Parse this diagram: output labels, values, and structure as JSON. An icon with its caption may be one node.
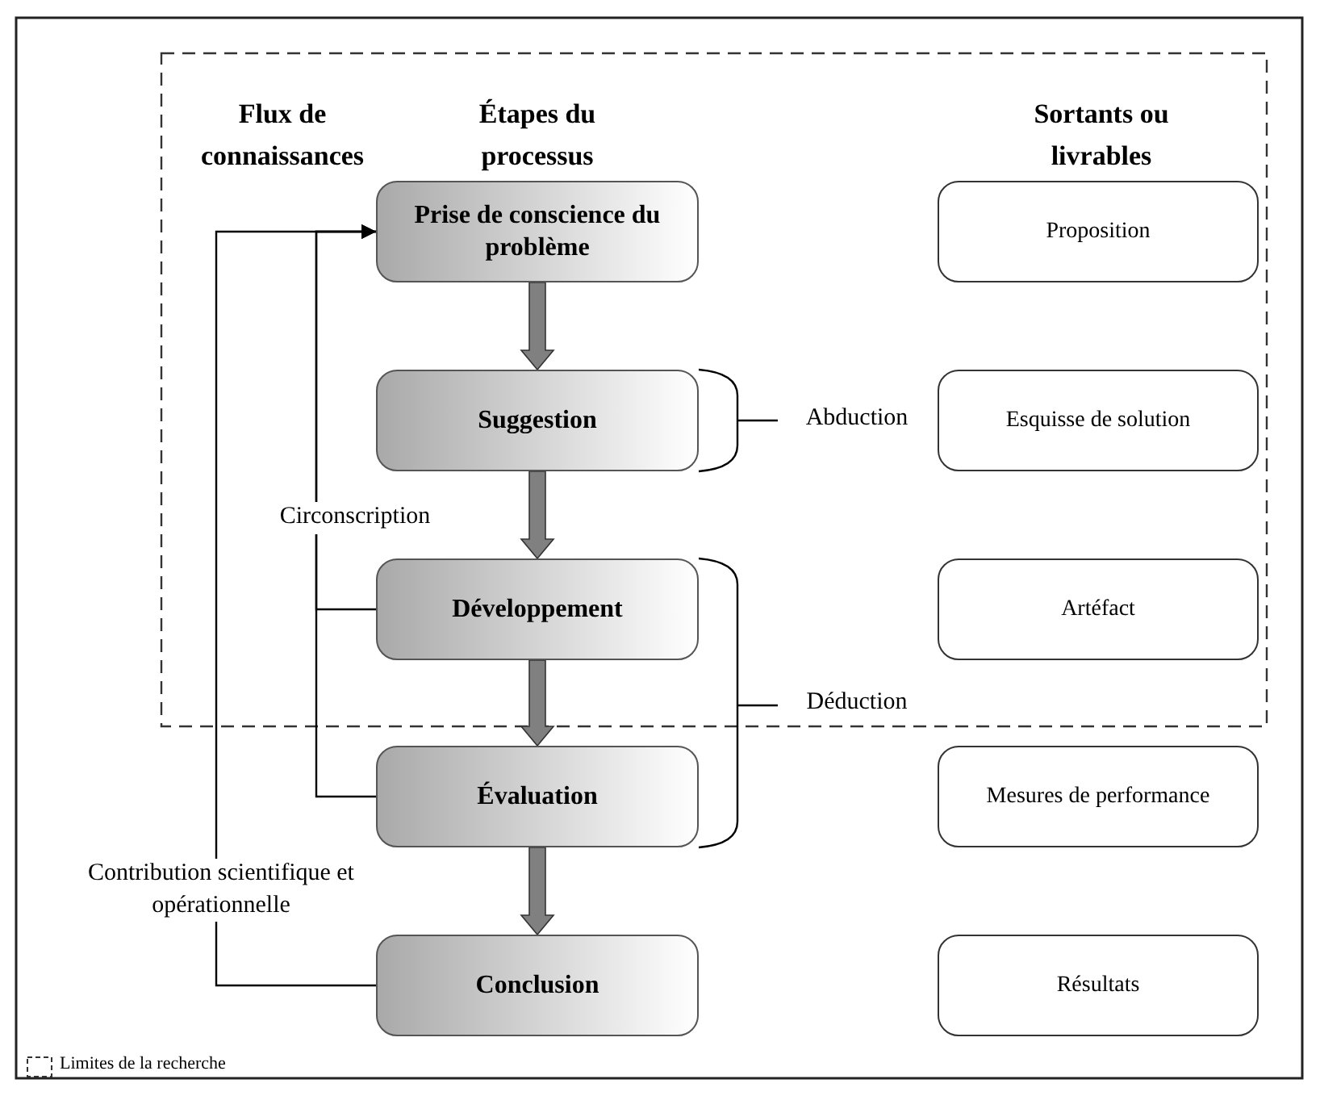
{
  "diagram": {
    "nodes": [
      {
        "text": [
          "Prise de conscience du problème"
        ]
      },
      {
        "text": [
          "Suggestion"
        ]
      },
      {
        "text": [
          "Développement"
        ]
      },
      {
        "text": [
          "Évaluation"
        ]
      },
      {
        "text": [
          "Conclusion"
        ]
      },
      {
        "text": [
          "Proposition"
        ]
      },
      {
        "text": [
          "Esquisse de solution"
        ]
      },
      {
        "text": [
          "Artéfact"
        ]
      },
      {
        "text": [
          "Mesures de performance"
        ]
      },
      {
        "text": [
          "Résultats"
        ]
      }
    ],
    "edges": [
      {
        "from": 0,
        "to": 1,
        "arrow": "to",
        "style": "thick",
        "color": "#808080"
      },
      {
        "from": 1,
        "to": 2,
        "arrow": "to",
        "style": "thick",
        "color": "#808080"
      },
      {
        "from": 2,
        "to": 3,
        "arrow": "to",
        "style": "thick",
        "color": "#808080"
      },
      {
        "from": 3,
        "to": 4,
        "arrow": "to",
        "style": "thick",
        "color": "#808080"
      },
      {
        "from": 2,
        "to": 0,
        "arrow": "to"
      },
      {
        "from": 3,
        "to": 0,
        "arrow": "to",
        "label": "Circonscription"
      },
      {
        "from": 4,
        "to": 0,
        "arrow": "to",
        "label": "Contribution scientifique et opérationnelle"
      }
    ],
    "labels": [
      "Flux de connaissances",
      "Étapes du processus",
      "Sortants ou livrables",
      "Abduction",
      "Déduction"
    ],
    "legend": [
      {
        "text": "Limites de la recherche"
      }
    ]
  }
}
